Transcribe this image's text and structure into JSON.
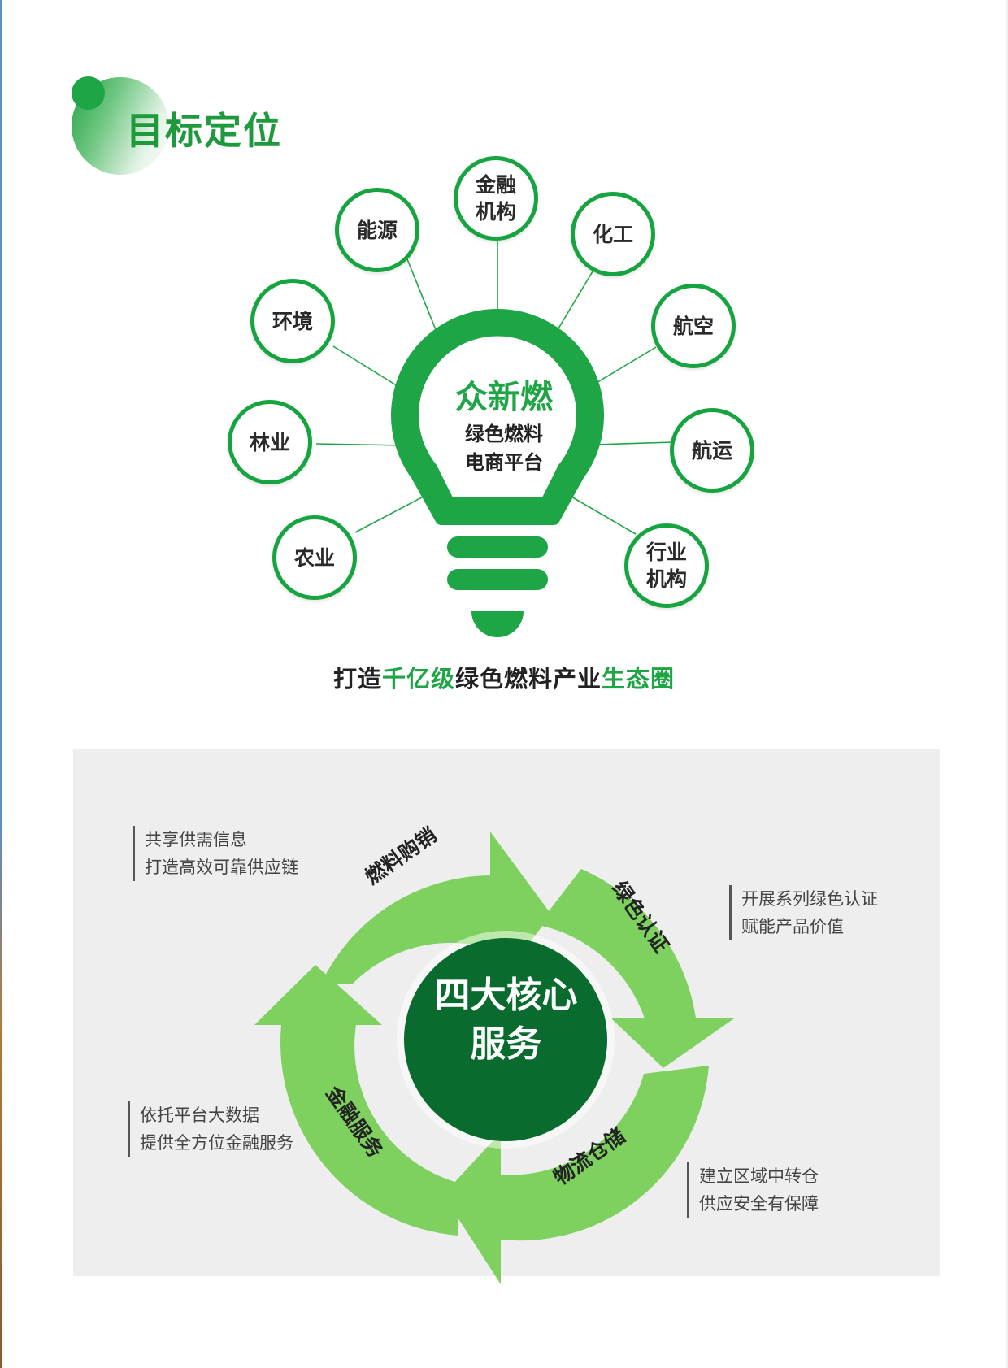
{
  "header": {
    "title": "目标定位"
  },
  "bulb": {
    "brand": "众新燃",
    "subtitle": "绿色燃料\n电商平台",
    "nodes": [
      "金融\n机构",
      "能源",
      "化工",
      "环境",
      "航空",
      "林业",
      "航运",
      "农业",
      "行业\n机构"
    ]
  },
  "slogan": {
    "p1": "打造",
    "p2": "千亿级",
    "p3": "绿色燃料产业",
    "p4": "生态圈"
  },
  "services": {
    "core": "四大核心\n服务",
    "arcs": [
      "燃料购销",
      "绿色认证",
      "物流仓储",
      "金融服务"
    ],
    "notes": {
      "top_left": "共享供需信息\n打造高效可靠供应链",
      "right": "开展系列绿色认证\n赋能产品价值",
      "bottom_left": "依托平台大数据\n提供全方位金融服务",
      "bottom_right": "建立区域中转仓\n供应安全有保障"
    }
  },
  "colors": {
    "green": "#1ea545",
    "light_green": "#7ed05f",
    "dark_green": "#0a6b2e",
    "panel": "#eeeeee"
  }
}
